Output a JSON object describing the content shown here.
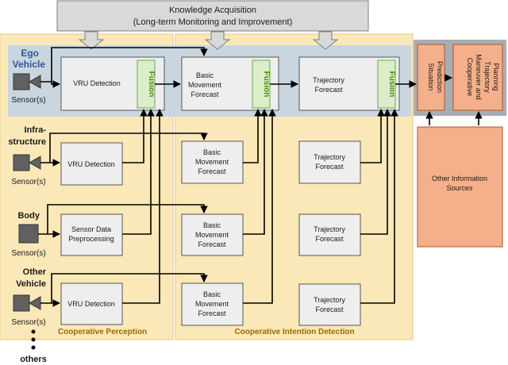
{
  "knowledge": {
    "line1": "Knowledge Acquisition",
    "line2": "(Long-term Monitoring and Improvement)"
  },
  "ego": {
    "label_line1": "Ego",
    "label_line2": "Vehicle",
    "sensor": "Sensor(s)",
    "vru_detection": "VRU Detection",
    "fusion": "Fusion",
    "basic_movement": [
      "Basic",
      "Movement",
      "Forecast"
    ],
    "trajectory": [
      "Trajectory",
      "Forecast"
    ]
  },
  "sources": [
    {
      "label": [
        "Infra-",
        "structure"
      ],
      "sensor": "Sensor(s)",
      "process": [
        "VRU Detection"
      ]
    },
    {
      "label": [
        "Body"
      ],
      "sensor": "Sensor(s)",
      "process": [
        "Sensor Data",
        "Preprocessing"
      ]
    },
    {
      "label": [
        "Other",
        "Vehicle"
      ],
      "sensor": "Sensor(s)",
      "process": [
        "VRU Detection"
      ]
    }
  ],
  "others": "others",
  "forecast_basic": [
    "Basic",
    "Movement",
    "Forecast"
  ],
  "forecast_trajectory": [
    "Trajectory",
    "Forecast"
  ],
  "section_labels": {
    "perception": "Cooperative Perception",
    "intention": "Cooperative Intention Detection"
  },
  "right": {
    "situation": [
      "Situation",
      "Prediction"
    ],
    "planning": [
      "Cooperative",
      "Maneuver and",
      "Trajectory",
      "Planning"
    ],
    "other_info": [
      "Other Information",
      "Sources"
    ]
  },
  "colors": {
    "section_bg": "#fbe8b8",
    "ego_band": "#c9d6e0",
    "box_fill": "#eeeeee",
    "fusion_fill": "#dbeec9",
    "salmon": "#f4b08a",
    "right_bg": "#a9adb2",
    "sensor": "#606060"
  }
}
